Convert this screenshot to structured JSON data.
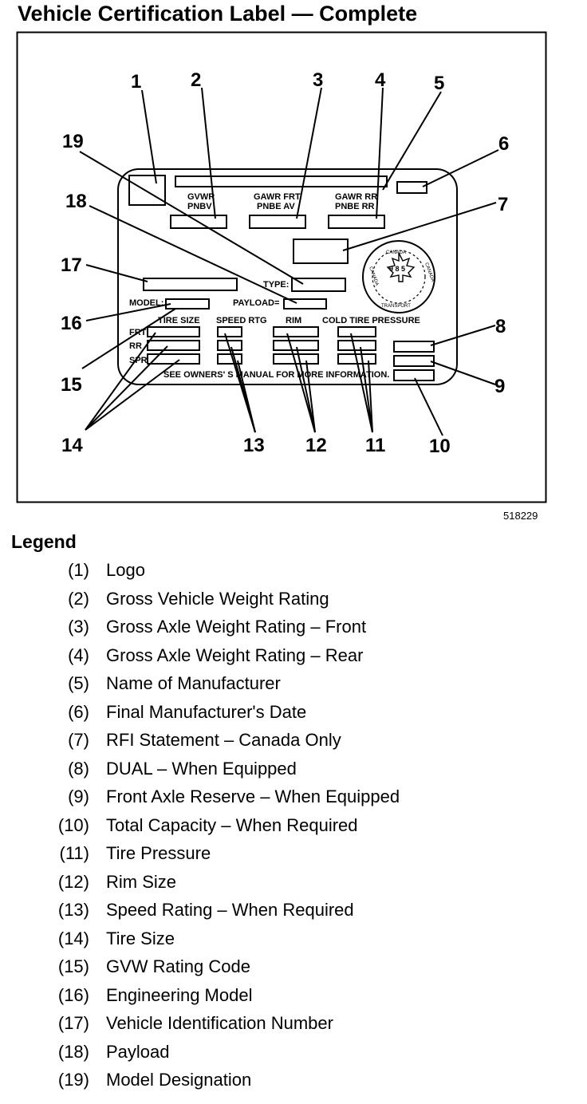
{
  "title": "Vehicle Certification Label — Complete",
  "figure_code": "518229",
  "label_text": {
    "gvwr": "GVWR",
    "pnbv": "PNBV",
    "gawr_frt": "GAWR FRT",
    "pnbe_av": "PNBE AV",
    "gawr_rr": "GAWR RR",
    "pnbe_rr": "PNBE RR",
    "type": "TYPE:",
    "payload": "PAYLOAD=",
    "model": "MODEL:",
    "tire_size": "TIRE SIZE",
    "speed_rtg": "SPEED RTG",
    "rim": "RIM",
    "cold_tire_pressure": "COLD TIRE PRESSURE",
    "frt": "FRT",
    "rr": "RR",
    "spr": "SPR",
    "owners_manual": "SEE OWNERS' S MANUAL FOR MORE INFORMATION.",
    "seal_top": "CANADA",
    "seal_bottom": "TRANSPORT",
    "seal_left": "CANADA",
    "seal_right": "CANADA",
    "seal_center": "9 8 5"
  },
  "callouts": [
    "1",
    "2",
    "3",
    "4",
    "5",
    "6",
    "7",
    "8",
    "9",
    "10",
    "11",
    "12",
    "13",
    "14",
    "15",
    "16",
    "17",
    "18",
    "19"
  ],
  "legend_title": "Legend",
  "legend": [
    {
      "num": "(1)",
      "text": "Logo"
    },
    {
      "num": "(2)",
      "text": "Gross Vehicle Weight Rating"
    },
    {
      "num": "(3)",
      "text": "Gross Axle Weight Rating – Front"
    },
    {
      "num": "(4)",
      "text": "Gross Axle Weight Rating – Rear"
    },
    {
      "num": "(5)",
      "text": "Name of Manufacturer"
    },
    {
      "num": "(6)",
      "text": "Final Manufacturer's Date"
    },
    {
      "num": "(7)",
      "text": "RFI Statement – Canada Only"
    },
    {
      "num": "(8)",
      "text": "DUAL – When Equipped"
    },
    {
      "num": "(9)",
      "text": "Front Axle Reserve – When Equipped"
    },
    {
      "num": "(10)",
      "text": "Total Capacity – When Required"
    },
    {
      "num": "(11)",
      "text": "Tire Pressure"
    },
    {
      "num": "(12)",
      "text": "Rim Size"
    },
    {
      "num": "(13)",
      "text": "Speed Rating – When Required"
    },
    {
      "num": "(14)",
      "text": "Tire Size"
    },
    {
      "num": "(15)",
      "text": "GVW Rating Code"
    },
    {
      "num": "(16)",
      "text": "Engineering Model"
    },
    {
      "num": "(17)",
      "text": "Vehicle Identification Number"
    },
    {
      "num": "(18)",
      "text": "Payload"
    },
    {
      "num": "(19)",
      "text": "Model Designation"
    }
  ]
}
